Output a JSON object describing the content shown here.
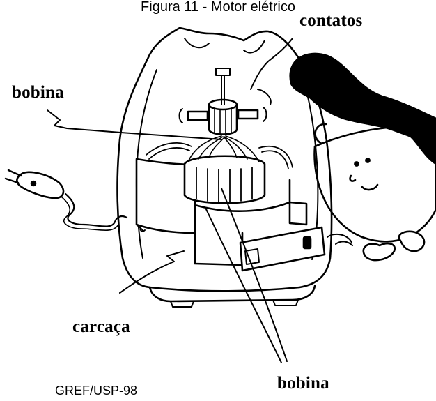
{
  "figure": {
    "title": "Figura 11 - Motor elétrico",
    "credit": "GREF/USP-98"
  },
  "labels": {
    "contatos": "contatos",
    "bobina_top": "bobina",
    "carcaca": "carcaça",
    "bobina_bottom": "bobina"
  },
  "colors": {
    "ink": "#000000",
    "paper": "#ffffff"
  },
  "icons": {
    "motor": "electric-motor-illustration",
    "plug": "power-plug-icon",
    "character": "cartoon-boy-illustration"
  }
}
